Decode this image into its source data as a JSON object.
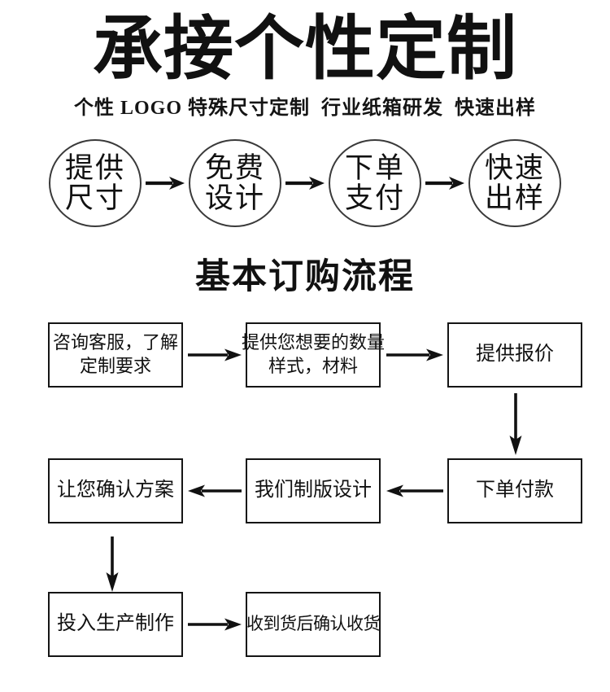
{
  "colors": {
    "ink": "#111111",
    "background": "#ffffff"
  },
  "header": {
    "title": "承接个性定制",
    "subtitle": "个性 LOGO 特殊尺寸定制  行业纸箱研发  快速出样"
  },
  "process_circles": {
    "steps": [
      {
        "line1": "提供",
        "line2": "尺寸"
      },
      {
        "line1": "免费",
        "line2": "设计"
      },
      {
        "line1": "下单",
        "line2": "支付"
      },
      {
        "line1": "快速",
        "line2": "出样"
      }
    ]
  },
  "flow_section": {
    "title": "基本订购流程",
    "nodes": {
      "consult": {
        "line1": "咨询客服，了解",
        "line2": "定制要求"
      },
      "requirements": {
        "line1": "提供您想要的数量",
        "line2": "样式，材料"
      },
      "quote": {
        "line1": "提供报价"
      },
      "order_pay": {
        "line1": "下单付款"
      },
      "design": {
        "line1": "我们制版设计"
      },
      "confirm": {
        "line1": "让您确认方案"
      },
      "production": {
        "line1": "投入生产制作"
      },
      "receive": {
        "line1": "收到货后确认收货"
      }
    }
  }
}
